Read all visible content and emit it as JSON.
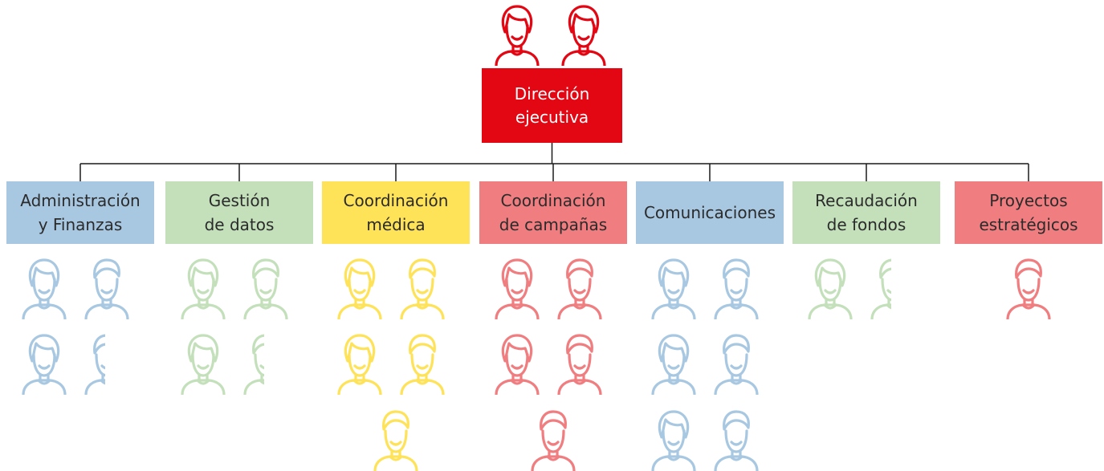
{
  "root": {
    "line1": "Dirección",
    "line2": "ejecutiva",
    "color": "#e30613",
    "people": [
      "woman",
      "woman"
    ]
  },
  "departments": [
    {
      "line1": "Administración",
      "line2": "y Finanzas",
      "color": "#a8c8e2",
      "people": [
        "woman",
        "man",
        "woman",
        "man-partial"
      ]
    },
    {
      "line1": "Gestión",
      "line2": "de datos",
      "color": "#c3e0bb",
      "people": [
        "woman",
        "man",
        "woman",
        "man-partial"
      ]
    },
    {
      "line1": "Coordinación",
      "line2": "médica",
      "color": "#fee258",
      "people": [
        "woman",
        "man",
        "woman",
        "man",
        "man"
      ]
    },
    {
      "line1": "Coordinación",
      "line2": "de campañas",
      "color": "#f07d7f",
      "people": [
        "woman",
        "man",
        "woman",
        "man",
        "man"
      ]
    },
    {
      "line1": "Comunicaciones",
      "line2": "",
      "color": "#a8c8e2",
      "people": [
        "woman",
        "man",
        "woman",
        "man",
        "woman",
        "man"
      ]
    },
    {
      "line1": "Recaudación",
      "line2": "de fondos",
      "color": "#c3e0bb",
      "people": [
        "woman",
        "man-partial"
      ]
    },
    {
      "line1": "Proyectos",
      "line2": "estratégicos",
      "color": "#f07d7f",
      "people": [
        "man"
      ]
    }
  ],
  "icon_colors": {
    "red": "#e30613",
    "blue": "#a8c8e2",
    "green": "#c3e0bb",
    "yellow": "#fee258",
    "coral": "#f07d7f"
  }
}
